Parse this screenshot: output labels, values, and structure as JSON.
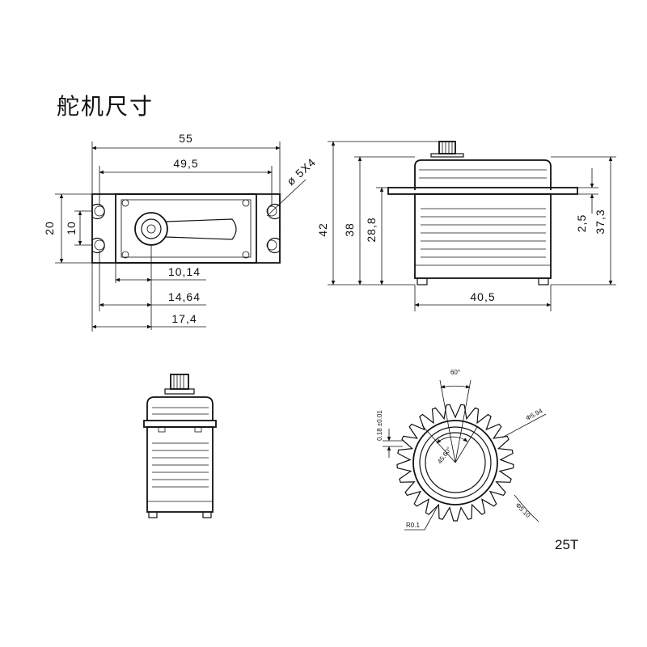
{
  "title": "舵机尺寸",
  "top_view": {
    "dim_overall": "55",
    "dim_holes": "49,5",
    "dim_height": "20",
    "dim_hole_spacing": "10",
    "dim_hole_dia": "ø 5X4",
    "dim_shaft_1": "10,14",
    "dim_shaft_2": "14,64",
    "dim_shaft_3": "17,4"
  },
  "side_view": {
    "dim_total_h": "42",
    "dim_body_h": "38",
    "dim_flange_h": "28,8",
    "dim_flange_t": "2,5",
    "dim_top_h": "37,3",
    "dim_width": "40,5"
  },
  "spline": {
    "dim_angle": "60°",
    "dim_tol": "0.18 ±0.01",
    "dim_od": "Φ5.94",
    "dim_tooth_angle": "45.60°",
    "dim_radius": "R0.1",
    "dim_id": "Φ5.10",
    "teeth_label": "25T",
    "teeth_count": 25
  }
}
